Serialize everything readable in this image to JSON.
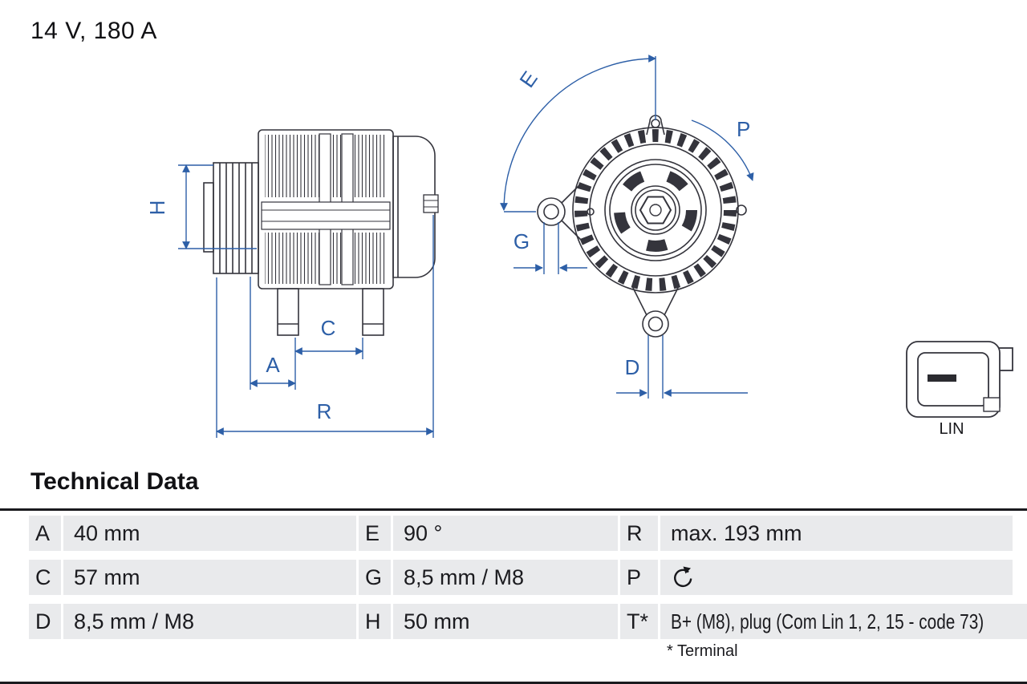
{
  "title": "14 V, 180 A",
  "diagram": {
    "labels": {
      "H": "H",
      "A": "A",
      "C": "C",
      "R": "R",
      "E": "E",
      "G": "G",
      "D": "D",
      "P": "P"
    },
    "connector_label": "LIN",
    "colors": {
      "line": "#34343c",
      "dimension": "#2d5fa7"
    }
  },
  "technical_data": {
    "heading": "Technical Data",
    "rows": [
      {
        "cells": [
          {
            "key": "A",
            "value": "40 mm"
          },
          {
            "key": "E",
            "value": "90 °"
          },
          {
            "key": "R",
            "value": "max. 193 mm"
          }
        ]
      },
      {
        "cells": [
          {
            "key": "C",
            "value": "57 mm"
          },
          {
            "key": "G",
            "value": "8,5 mm / M8"
          },
          {
            "key": "P",
            "value": "",
            "icon": "counterclockwise-rotation-icon"
          }
        ]
      },
      {
        "cells": [
          {
            "key": "D",
            "value": "8,5 mm / M8"
          },
          {
            "key": "H",
            "value": "50 mm"
          },
          {
            "key": "T*",
            "value": "B+ (M8), plug (Com Lin 1, 2, 15 - code 73)"
          }
        ]
      }
    ],
    "footnote": "* Terminal"
  }
}
